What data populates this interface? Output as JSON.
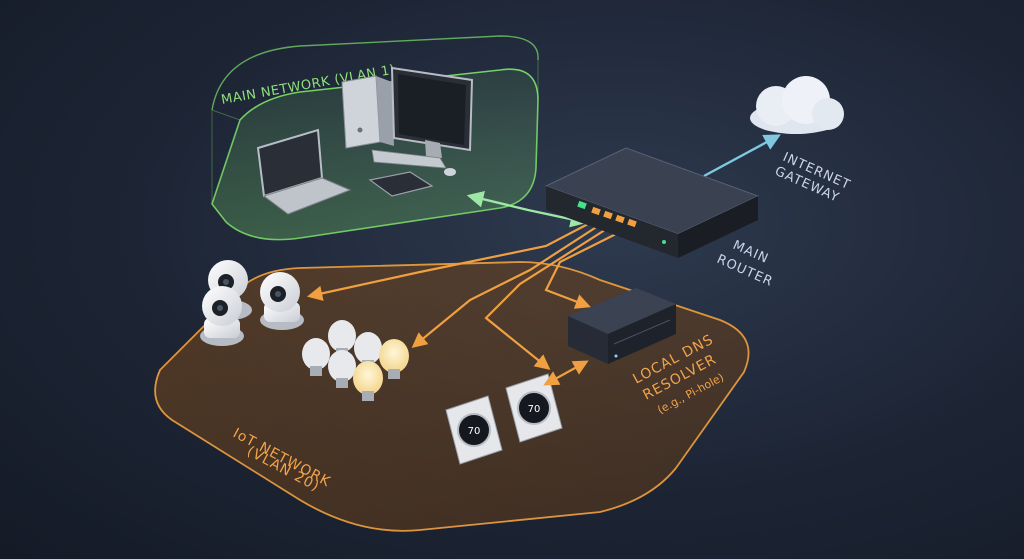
{
  "labels": {
    "main_network": "MAIN NETWORK (VLAN 1)",
    "internet_gateway_line1": "INTERNET",
    "internet_gateway_line2": "GATEWAY",
    "main_router_line1": "MAIN",
    "main_router_line2": "ROUTER",
    "dns_line1": "LOCAL DNS",
    "dns_line2": "RESOLVER",
    "dns_line3": "(e.g., Pi-hole)",
    "iot_line1": "IoT NETWORK",
    "iot_line2": "(VLAN 20)",
    "thermostat_reading_1": "70",
    "thermostat_reading_2": "70"
  },
  "colors": {
    "main_zone": "#7ee06a",
    "iot_zone": "#f0a040",
    "internet_link": "#7fc8e0",
    "main_link": "#9ee8a6",
    "iot_link": "#f0a040"
  },
  "icons": [
    "cloud-icon",
    "router-icon",
    "dns-server-icon",
    "desktop-computer-icon",
    "laptop-icon",
    "tablet-icon",
    "keyboard-icon",
    "mouse-icon",
    "security-camera-icon",
    "smart-bulb-icon",
    "thermostat-icon"
  ]
}
